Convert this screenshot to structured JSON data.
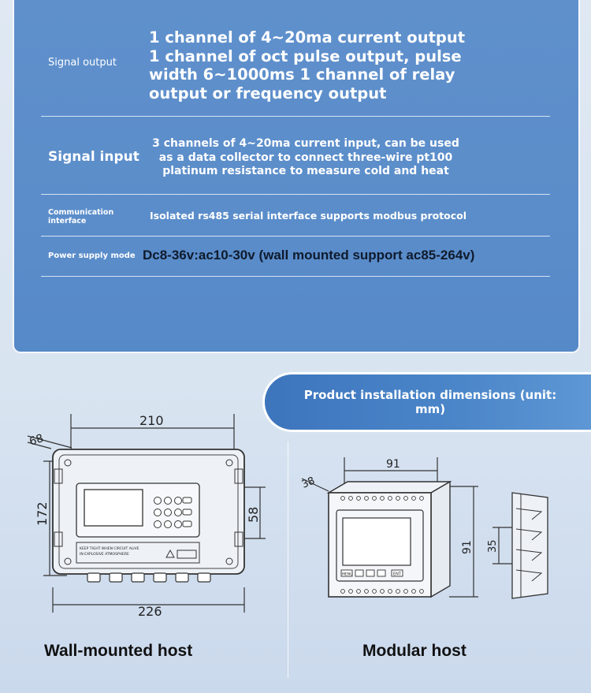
{
  "specs": {
    "signal_output": {
      "label": "Signal output",
      "lines": [
        "1 channel of 4~20ma current output",
        "1 channel of oct pulse output, pulse",
        "width 6~1000ms 1 channel of relay",
        "output or frequency output"
      ]
    },
    "signal_input": {
      "label": "Signal input",
      "lines": [
        "3 channels of 4~20ma current input, can be used",
        "as a data collector to connect three-wire pt100",
        "platinum resistance to measure cold and heat"
      ]
    },
    "communication": {
      "label_line1": "Communication",
      "label_line2": "interface",
      "value": "Isolated rs485 serial interface supports modbus protocol"
    },
    "power": {
      "label": "Power supply mode",
      "value": "Dc8-36v:ac10-30v (wall mounted support ac85-264v)"
    }
  },
  "dimensions_banner": "Product installation dimensions (unit: mm)",
  "wall_host": {
    "caption": "Wall-mounted host",
    "dim_top": "210",
    "dim_bottom": "226",
    "dim_left": "172",
    "dim_right": "58",
    "dim_depth": "68",
    "label_text_line1": "KEEP TIGHT WHEN CIRCUIT ALIVE",
    "label_text_line2": "IN EXPLOSIVE ATMOSPHERE"
  },
  "modular_host": {
    "caption": "Modular host",
    "dim_top": "91",
    "dim_right": "91",
    "dim_depth": "38",
    "dim_side": "35",
    "btn_menu": "MENU",
    "btn_ent": "ENT"
  },
  "colors": {
    "panel": "#5b8dca",
    "banner": "#3d75bd"
  }
}
